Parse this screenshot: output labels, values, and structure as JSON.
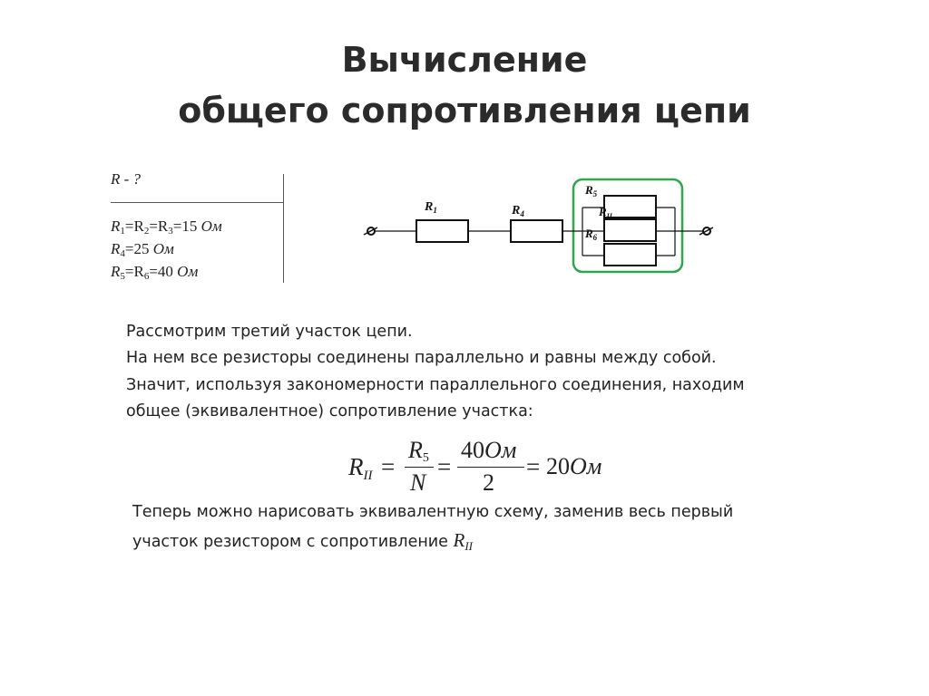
{
  "slide": {
    "title_line1": "Вычисление",
    "title_line2": "общего сопротивления цепи"
  },
  "given": {
    "unknown_symbol": "R",
    "unknown_rest": " - ?",
    "line1": {
      "a": "R",
      "s1": "1",
      "eq1": "=R",
      "s2": "2",
      "eq2": "=R",
      "s3": "3",
      "value": "=15 ",
      "unit": "Ом"
    },
    "line2": {
      "a": "R",
      "s1": "4",
      "value": "=25 ",
      "unit": "Ом"
    },
    "line3": {
      "a": "R",
      "s1": "5",
      "eq1": "=R",
      "s2": "6",
      "value": "=40 ",
      "unit": "Ом"
    }
  },
  "circuit": {
    "labels": {
      "r1": {
        "main": "R",
        "sub": "1"
      },
      "r4": {
        "main": "R",
        "sub": "4"
      },
      "r5": {
        "main": "R",
        "sub": "5"
      },
      "rii": {
        "main": "R",
        "sub": "II"
      },
      "r6": {
        "main": "R",
        "sub": "6"
      }
    },
    "highlight_color": "#2ea84a"
  },
  "text": {
    "p1": "Рассмотрим третий участок цепи.",
    "p2": "На нем все резисторы соединены параллельно и равны между собой.",
    "p3": "Значит, используя закономерности параллельного соединения, находим",
    "p4": "общее (эквивалентное) сопротивление участка:",
    "p5": "Теперь можно нарисовать эквивалентную схему, заменив весь первый",
    "p6_prefix": "участок резистором с сопротивление ",
    "p6_r": "R",
    "p6_sub": "II"
  },
  "formula": {
    "lhs": "R",
    "lhs_sub": "II",
    "eq": "=",
    "num1": "R",
    "num1_sub": "5",
    "den1": "N",
    "num2_val": "40",
    "num2_unit": "Ом",
    "den2": "2",
    "result_val": "20",
    "result_unit": "Ом"
  }
}
